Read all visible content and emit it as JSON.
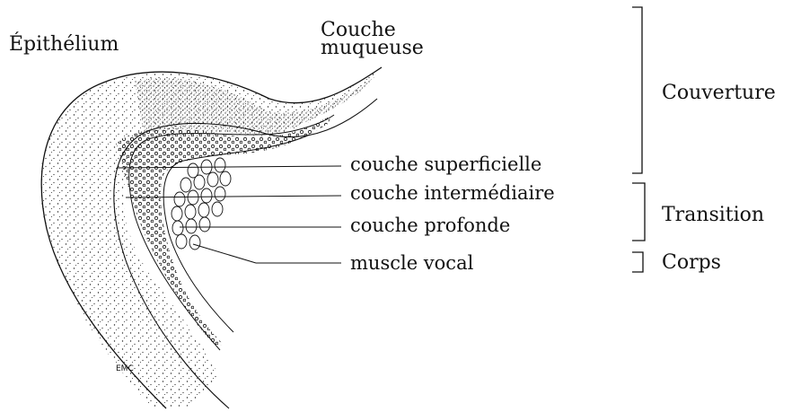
{
  "labels": {
    "epithelium": "Épithélium",
    "mucosa_line1": "Couche",
    "mucosa_line2": "muqueuse",
    "superficial": "couche superficielle",
    "intermediate": "couche intermédiaire",
    "deep": "couche profonde",
    "vocal_muscle": "muscle vocal",
    "cover": "Couverture",
    "transition": "Transition",
    "body": "Corps",
    "signature": "EMC"
  }
}
